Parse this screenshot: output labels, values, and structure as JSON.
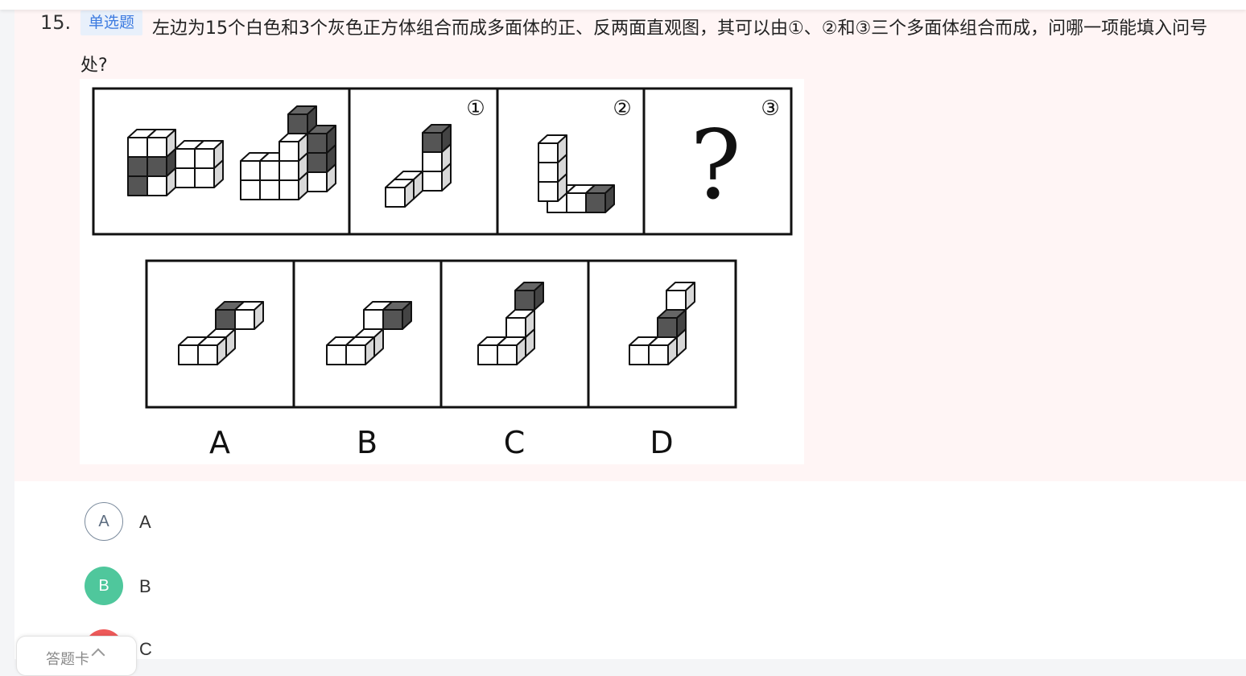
{
  "question": {
    "number": "15.",
    "type_label": "单选题",
    "text": "左边为15个白色和3个灰色正方体组合而成多面体的正、反两面直观图，其可以由①、②和③三个多面体组合而成，问哪一项能填入问号处?"
  },
  "figure": {
    "panel_marks": [
      "①",
      "②",
      "③"
    ],
    "question_mark": "?",
    "option_letters": [
      "A",
      "B",
      "C",
      "D"
    ]
  },
  "options": [
    {
      "letter": "A",
      "text": "A",
      "state": "default"
    },
    {
      "letter": "B",
      "text": "B",
      "state": "correct"
    },
    {
      "letter": "",
      "text": "C",
      "state": "wrong"
    }
  ],
  "answer_card": {
    "label": "答题卡"
  },
  "colors": {
    "correct": "#4fc79c",
    "wrong": "#ee5a5a",
    "tag": "#3d7be0",
    "question_bg": "#fff5f5"
  }
}
